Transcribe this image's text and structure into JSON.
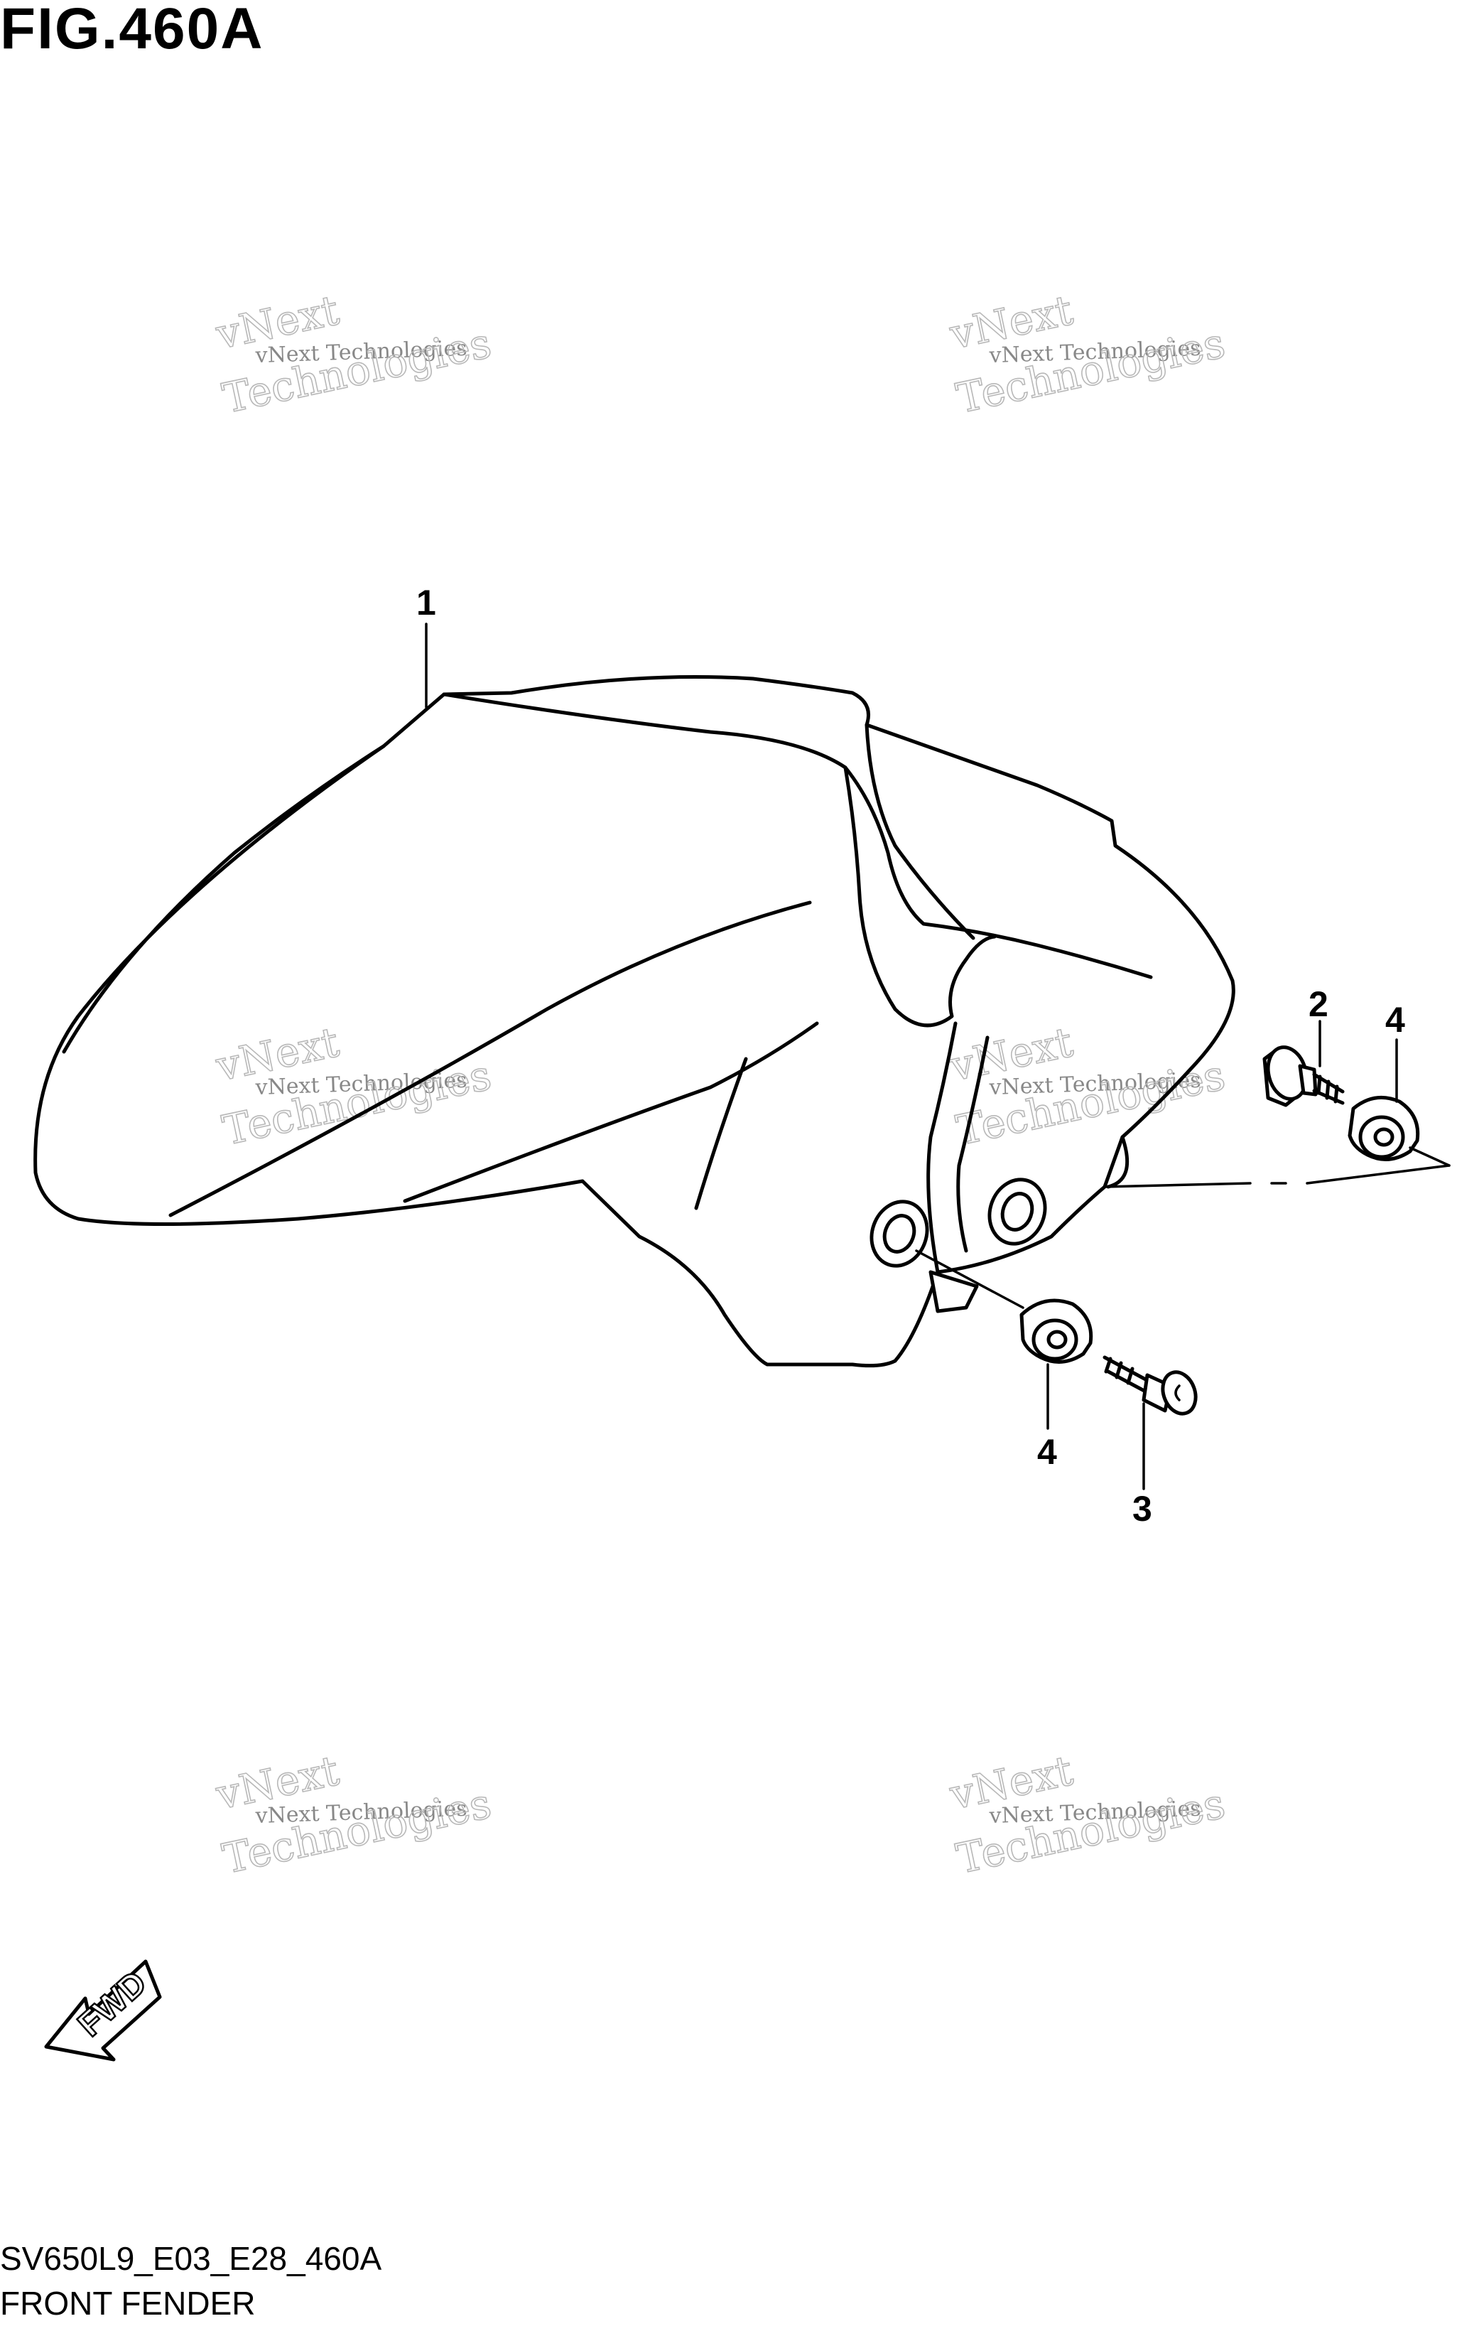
{
  "figure": {
    "title": "FIG.460A",
    "code": "SV650L9_E03_E28_460A",
    "name": "FRONT FENDER"
  },
  "callouts": [
    "1",
    "2",
    "4",
    "4",
    "3"
  ],
  "watermark": {
    "line1": "vNext Technologies",
    "line2": "vNext",
    "line3": "Technologies"
  },
  "fwd_arrow": {
    "label": "FWD"
  },
  "colors": {
    "ink": "#000000",
    "watermark": "#b8b8b8",
    "background": "#ffffff"
  }
}
